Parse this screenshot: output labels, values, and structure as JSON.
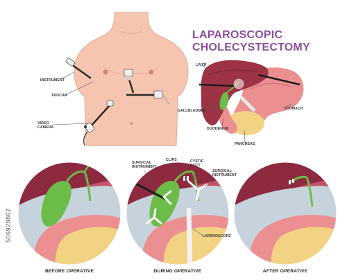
{
  "title": {
    "line1": "LAPAROSCOPIC",
    "line2": "CHOLECYSTECTOMY"
  },
  "labels": {
    "instrument": "INSTRUMENT",
    "trocar": "TROCAR",
    "video_camera_line1": "VIDEO",
    "video_camera_line2": "CAMERA",
    "liver": "LIVER",
    "gallbladder": "GALLBLADDER",
    "duodenum": "DUODENUM",
    "stomach": "STOMACH",
    "pancreas": "PANCREAS",
    "surgical_instrument_left_line1": "SURGICAL",
    "surgical_instrument_left_line2": "INSTRUMENT",
    "clips": "CLIPS",
    "cystic_duct_line1": "CYSTIC",
    "cystic_duct_line2": "DUCT",
    "surgical_instrument_right_line1": "SURGICAL",
    "surgical_instrument_right_line2": "INSTRUMENT",
    "laparoscope": "LAPAROSCOPE"
  },
  "captions": {
    "before": "BEFORE OPERATIVE",
    "during": "DURING OPERATIVE",
    "after": "AFTER OPERATIVE"
  },
  "stock_id": "506928862",
  "colors": {
    "title": "#8a4f9b",
    "skin": "#f6c5b0",
    "liver": "#9c3446",
    "gallbladder": "#6cbc4a",
    "stomach": "#ec8f91",
    "pancreas": "#f2d384",
    "fat": "#c7d3dc"
  }
}
